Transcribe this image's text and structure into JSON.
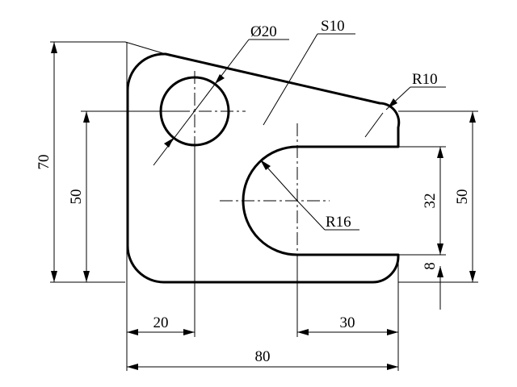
{
  "drawing": {
    "labels": {
      "hole_diameter": "Ø20",
      "thickness": "S10",
      "corner_radius": "R10",
      "slot_radius": "R16",
      "total_height": "70",
      "left_height": "50",
      "right_height": "50",
      "slot_width": "32",
      "slot_offset": "8",
      "hole_x": "20",
      "slot_x": "30",
      "total_width": "80"
    }
  }
}
